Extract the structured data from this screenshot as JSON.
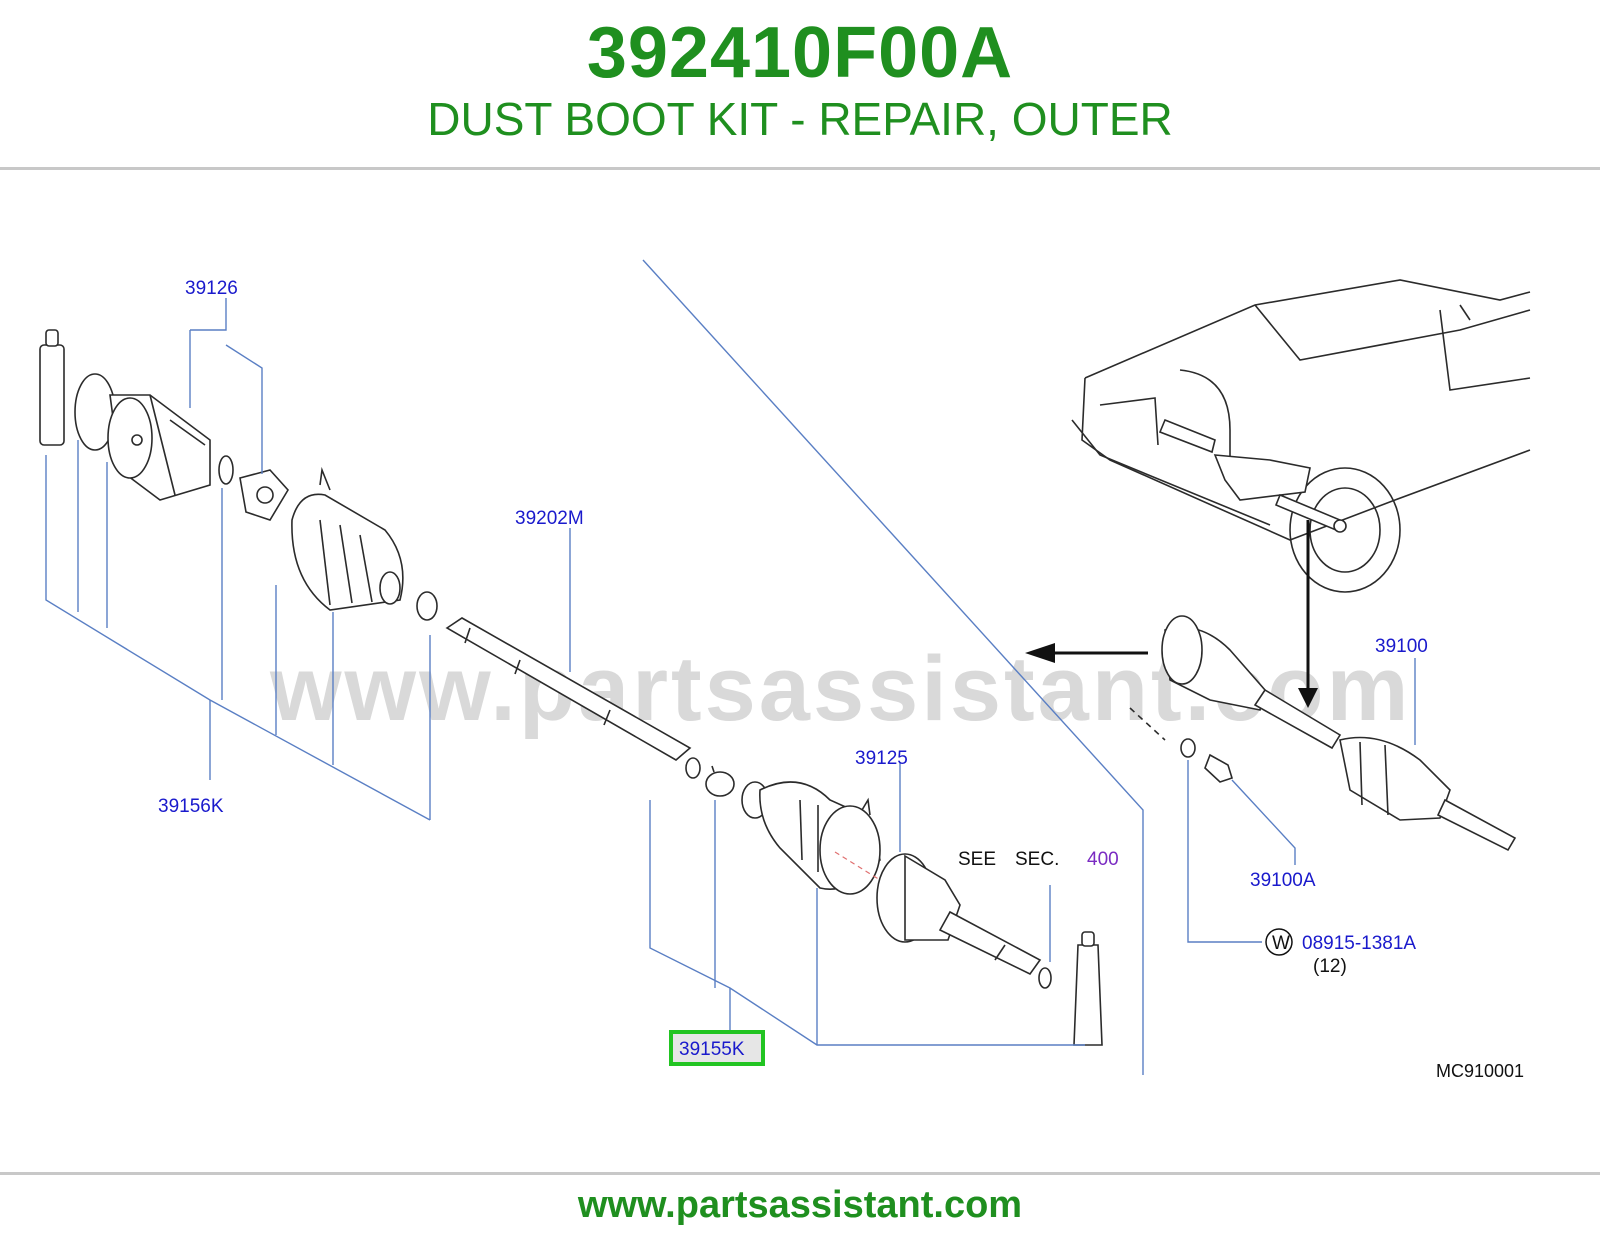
{
  "header": {
    "part_number": "392410F00A",
    "part_description": "DUST BOOT KIT - REPAIR, OUTER"
  },
  "diagram": {
    "watermark": "www.partsassistant.com",
    "callouts": {
      "c39126": "39126",
      "c39202m": "39202M",
      "c39156k": "39156K",
      "c39125": "39125",
      "c39155k": "39155K",
      "c39100": "39100",
      "c39100a": "39100A",
      "washer_symbol": "W",
      "c08915": "08915-1381A",
      "qty": "(12)",
      "see": "SEE",
      "sec": "SEC.",
      "sec_number": "400",
      "figure_code": "MC910001"
    },
    "highlighted_callout": "39155K",
    "colors": {
      "highlight": "#22c422",
      "callout_text": "#1a1acc",
      "section_link": "#7a2bc2",
      "leader": "#5a7fc4"
    }
  },
  "footer": {
    "url": "www.partsassistant.com"
  }
}
